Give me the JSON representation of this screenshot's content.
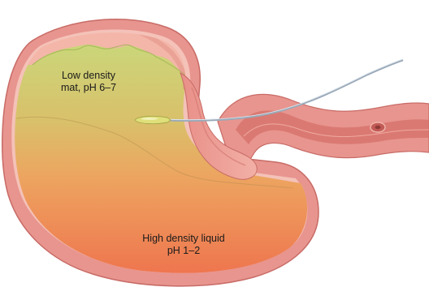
{
  "labels": {
    "mat_line1": "Low density",
    "mat_line2": "mat, pH 6–7",
    "liquid_line1": "High density liquid",
    "liquid_line2": "pH 1–2"
  },
  "colors": {
    "wall_outer": "#e7958f",
    "wall_inner": "#f5c6bd",
    "mucosa": "#d9786f",
    "mat_top": "#cbd67a",
    "liquid_bottom": "#ef6f4c",
    "probe": "#dfe07a",
    "catheter": "#aab8c7"
  }
}
